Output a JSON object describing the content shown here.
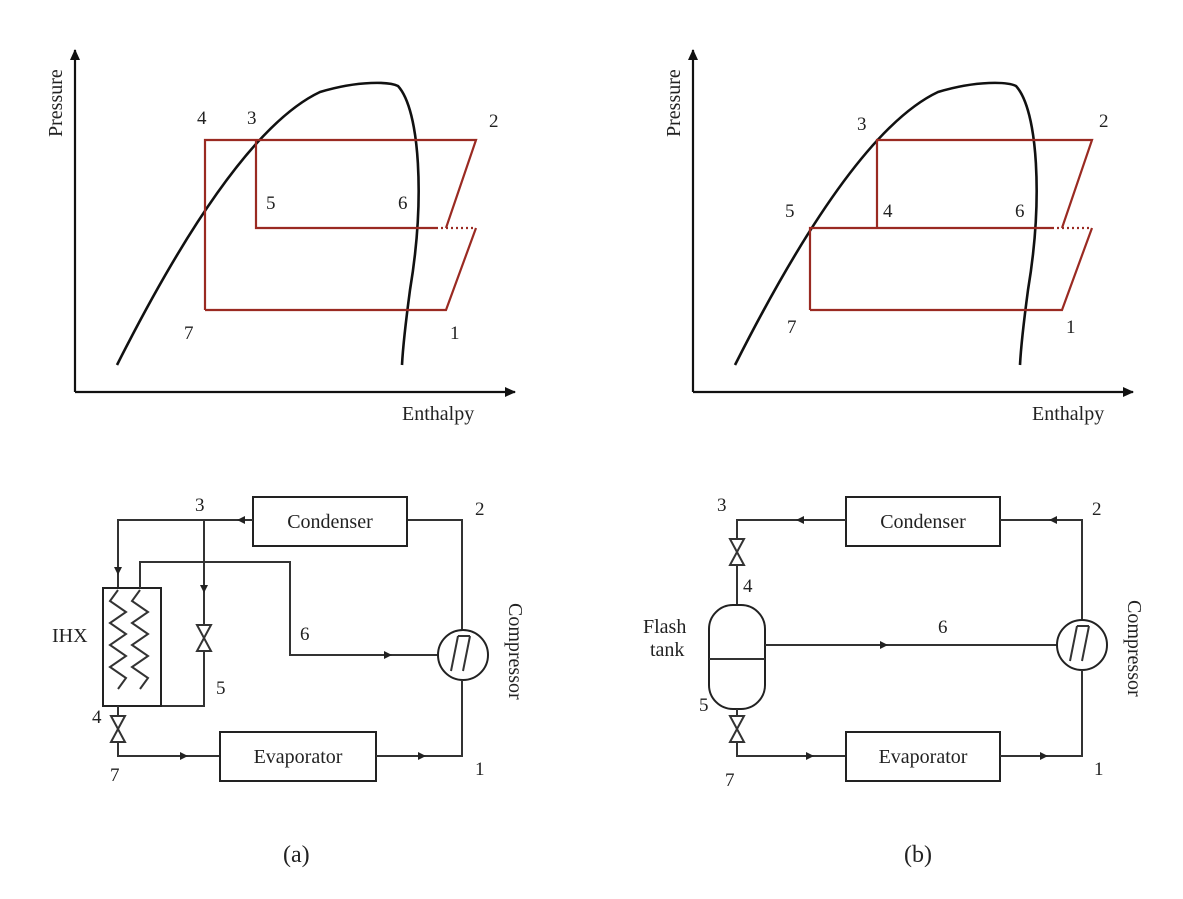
{
  "panel_a": {
    "ph": {
      "y_axis_label": "Pressure",
      "x_axis_label": "Enthalpy",
      "points": [
        "4",
        "3",
        "2",
        "5",
        "6",
        "7",
        "1"
      ]
    },
    "schematic": {
      "condenser": "Condenser",
      "evaporator": "Evaporator",
      "compressor": "Compressor",
      "ihx": "IHX",
      "points": [
        "3",
        "2",
        "6",
        "5",
        "4",
        "7",
        "1"
      ]
    },
    "caption": "(a)"
  },
  "panel_b": {
    "ph": {
      "y_axis_label": "Pressure",
      "x_axis_label": "Enthalpy",
      "points": [
        "3",
        "2",
        "5",
        "4",
        "6",
        "7",
        "1"
      ]
    },
    "schematic": {
      "condenser": "Condenser",
      "evaporator": "Evaporator",
      "compressor": "Compressor",
      "flash_line1": "Flash",
      "flash_line2": "tank",
      "points": [
        "3",
        "2",
        "4",
        "6",
        "5",
        "7",
        "1"
      ]
    },
    "caption": "(b)"
  },
  "colors": {
    "cycle": "#9a2a22",
    "lines": "#222222"
  }
}
